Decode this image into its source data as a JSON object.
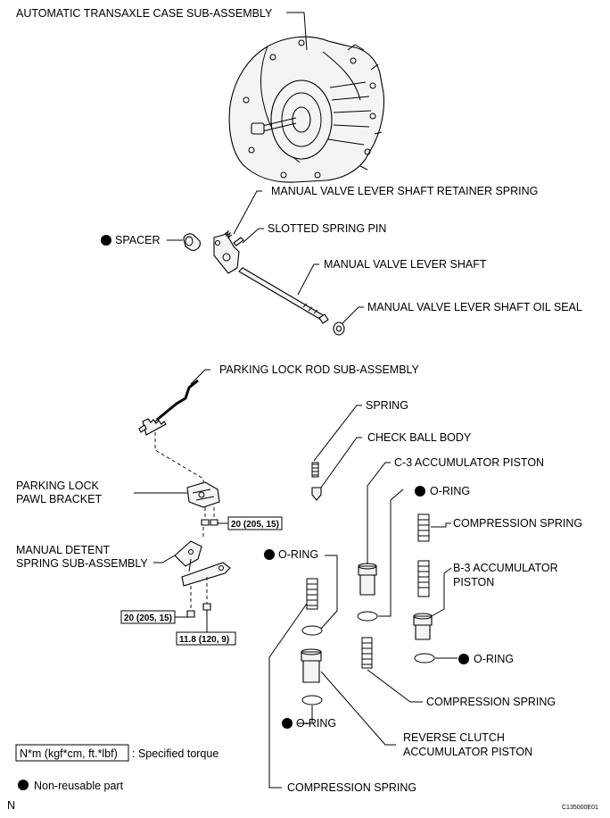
{
  "labels": {
    "case": "AUTOMATIC TRANSAXLE CASE SUB-ASSEMBLY",
    "retainer_spring": "MANUAL VALVE LEVER SHAFT RETAINER SPRING",
    "spacer": "SPACER",
    "slotted_pin": "SLOTTED SPRING PIN",
    "lever_shaft": "MANUAL VALVE LEVER SHAFT",
    "oil_seal": "MANUAL VALVE LEVER SHAFT OIL SEAL",
    "parking_rod": "PARKING LOCK ROD SUB-ASSEMBLY",
    "spring": "SPRING",
    "check_ball": "CHECK BALL BODY",
    "c3_piston": "C-3 ACCUMULATOR PISTON",
    "pawl_bracket_1": "PARKING LOCK",
    "pawl_bracket_2": "PAWL BRACKET",
    "o_ring": "O-RING",
    "comp_spring": "COMPRESSION SPRING",
    "detent_1": "MANUAL DETENT",
    "detent_2": "SPRING SUB-ASSEMBLY",
    "b3_1": "B-3 ACCUMULATOR",
    "b3_2": "PISTON",
    "reverse_1": "REVERSE CLUTCH",
    "reverse_2": "ACCUMULATOR PISTON"
  },
  "torque": {
    "bracket": "20 (205, 15)",
    "detent_left": "20 (205, 15)",
    "detent_bottom": "11.8 (120, 9)"
  },
  "legend": {
    "torque_unit": "N*m (kgf*cm, ft.*lbf)",
    "torque_desc": ": Specified torque",
    "nonreusable": "Non-reusable part"
  },
  "footer": {
    "left_mark": "N",
    "figure_id": "C135000E01"
  }
}
